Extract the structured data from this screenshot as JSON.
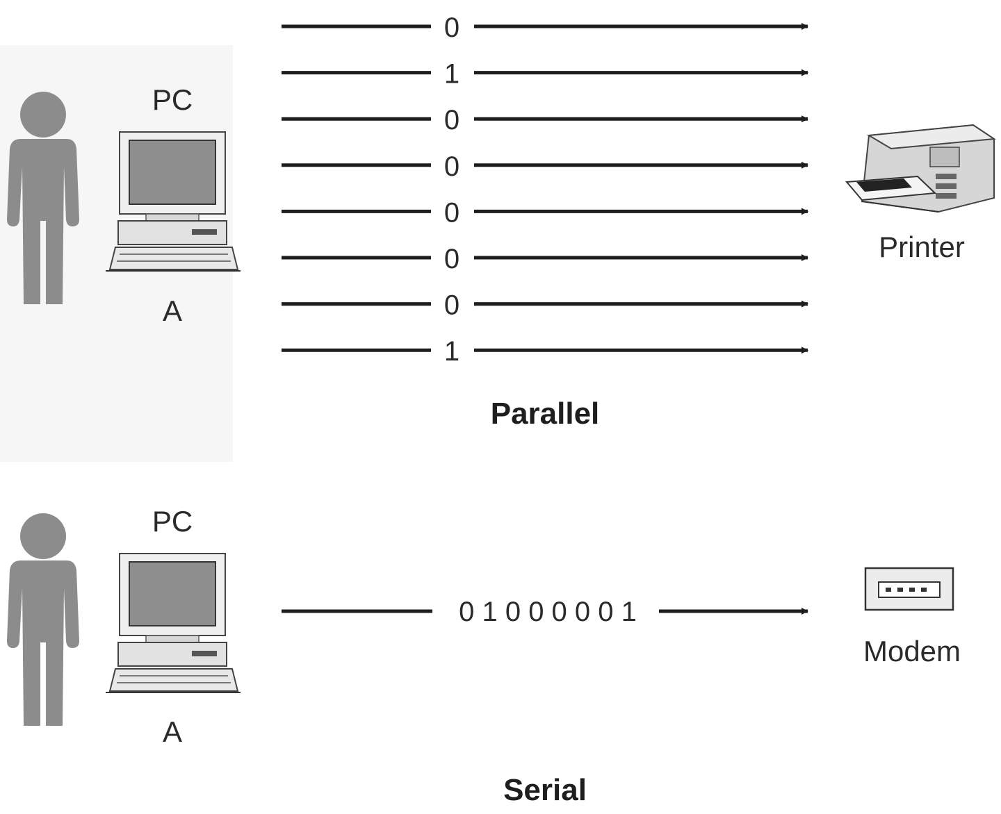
{
  "parallel": {
    "pc_label": "PC",
    "user_label": "A",
    "bits": [
      "0",
      "1",
      "0",
      "0",
      "0",
      "0",
      "0",
      "1"
    ],
    "device_label": "Printer",
    "caption": "Parallel"
  },
  "serial": {
    "pc_label": "PC",
    "user_label": "A",
    "bits_text": "0 1 0 0 0 0 0 1",
    "device_label": "Modem",
    "caption": "Serial"
  },
  "icons": [
    "person-icon",
    "computer-icon",
    "printer-icon",
    "modem-icon"
  ],
  "colors": {
    "figure": "#8c8c8c",
    "line": "#1e1e1e",
    "text": "#2a2a2a",
    "panel": "#f5f5f5"
  }
}
